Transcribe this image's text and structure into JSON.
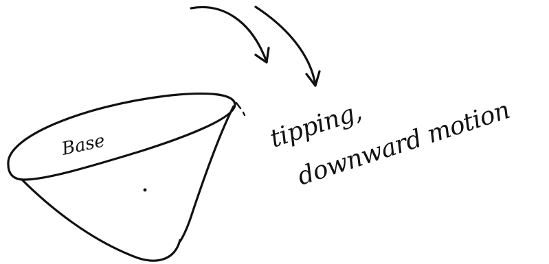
{
  "sketch": {
    "base_label": "Base",
    "motion_line_1": "tipping,",
    "motion_line_2": "downward motion"
  }
}
